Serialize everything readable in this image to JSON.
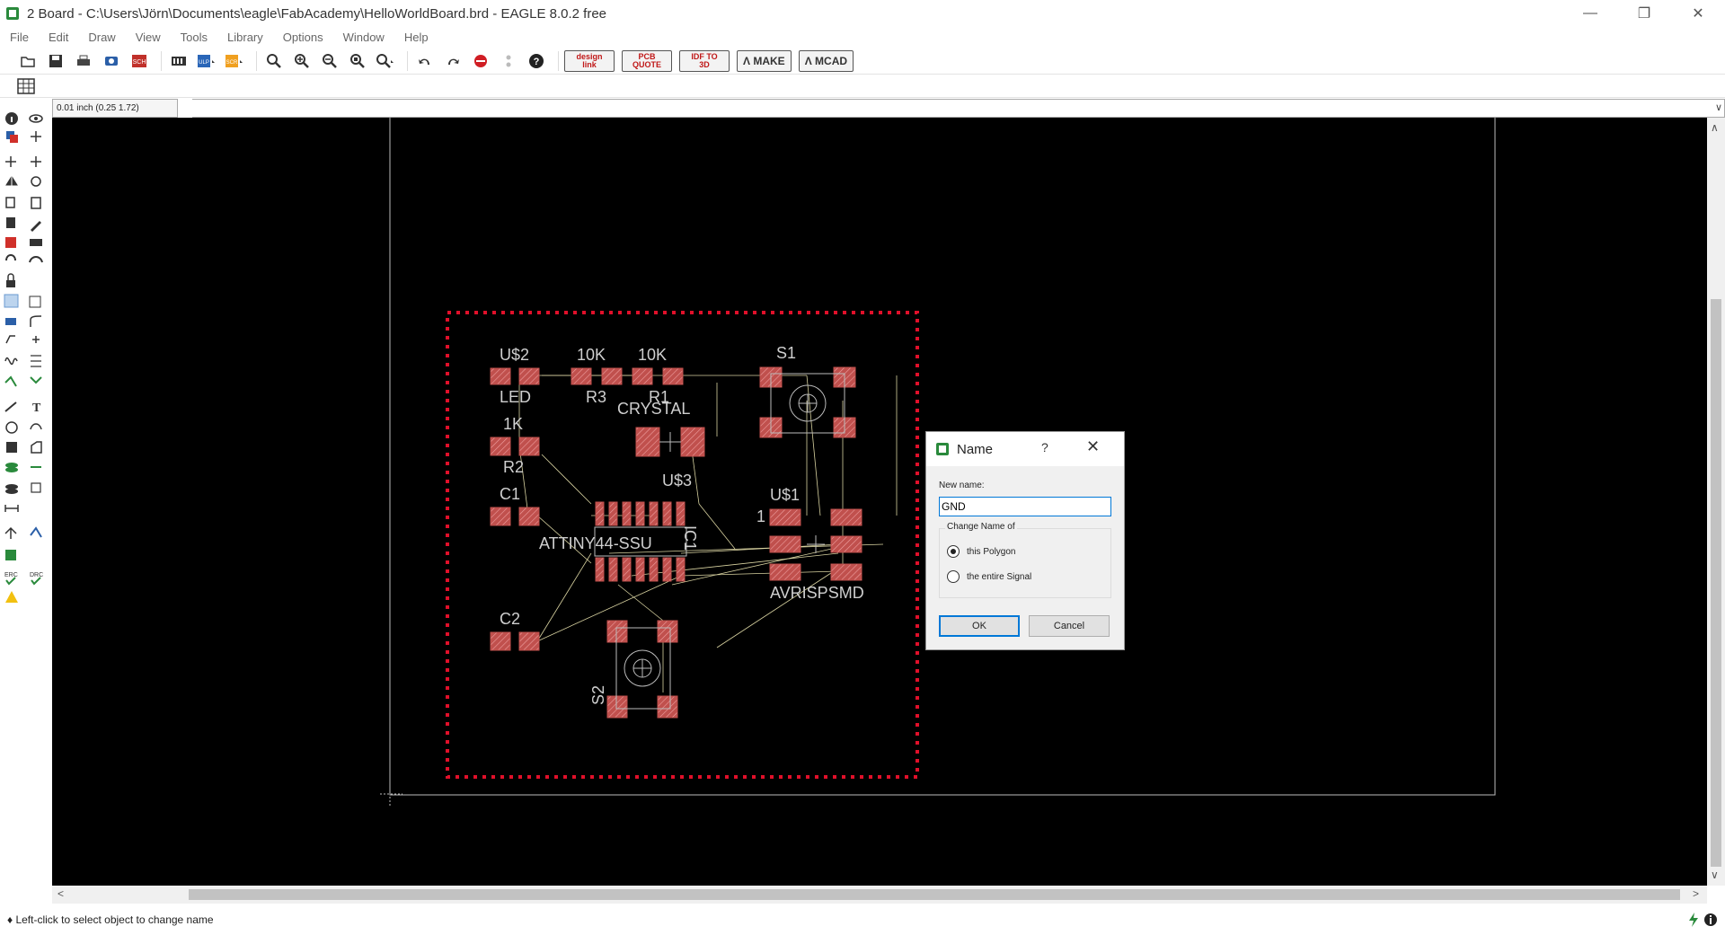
{
  "window": {
    "title": "2 Board - C:\\Users\\Jörn\\Documents\\eagle\\FabAcademy\\HelloWorldBoard.brd - EAGLE 8.0.2 free",
    "controls": [
      "minimize-icon",
      "restore-icon",
      "close-icon"
    ]
  },
  "menu": [
    "File",
    "Edit",
    "Draw",
    "View",
    "Tools",
    "Library",
    "Options",
    "Window",
    "Help"
  ],
  "toolbar": {
    "icons": [
      "open-icon",
      "save-icon",
      "print-icon",
      "cam-icon",
      "sch-icon",
      "board-icon",
      "ulp-icon",
      "script-icon",
      "zoom-fit-icon",
      "zoom-in-icon",
      "zoom-out-icon",
      "zoom-select-icon",
      "zoom-last-icon",
      "undo-icon",
      "redo-icon",
      "stop-icon",
      "go-icon",
      "help-icon"
    ],
    "design_link": "design link",
    "pcb_quote": "PCB QUOTE",
    "idf": "IDF TO 3D",
    "make": "MAKE",
    "mcad": "MCAD"
  },
  "coordinate": "0.01 inch (0.25 1.72)",
  "board": {
    "labels": {
      "us2": "U$2",
      "led": "LED",
      "r3_val": "10K",
      "r3": "R3",
      "r1_val": "10K",
      "r1": "R1",
      "crystal": "CRYSTAL",
      "us3": "U$3",
      "r2_val": "1K",
      "r2": "R2",
      "c1": "C1",
      "attiny": "ATTINY44-SSU",
      "ic1": "IC1",
      "us1": "U$1",
      "pin1": "1",
      "avrisp": "AVRISPSMD",
      "s1": "S1",
      "c2": "C2",
      "s2": "S2"
    },
    "colors": {
      "pad": "#c0504d",
      "outline": "#e0102a",
      "wire": "#d8d2a0",
      "label": "#cfcfcf"
    }
  },
  "dialog": {
    "title": "Name",
    "help": "?",
    "new_name_label": "New name:",
    "new_name_value": "GND",
    "group_label": "Change Name of",
    "option_polygon": "this Polygon",
    "option_signal": "the entire Signal",
    "selected": "this Polygon",
    "ok": "OK",
    "cancel": "Cancel"
  },
  "status": {
    "text": "♦ Left-click to select object to change name"
  }
}
